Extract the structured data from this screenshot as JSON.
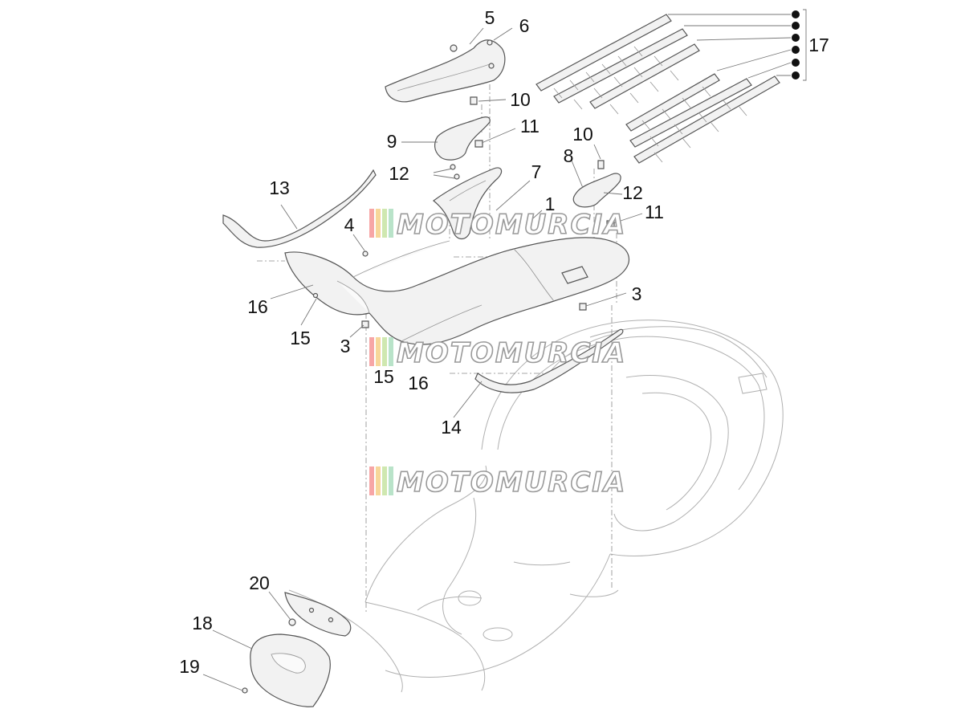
{
  "callouts": [
    {
      "id": "c5",
      "text": "5"
    },
    {
      "id": "c6",
      "text": "6"
    },
    {
      "id": "c17",
      "text": "17"
    },
    {
      "id": "c10a",
      "text": "10"
    },
    {
      "id": "c9",
      "text": "9"
    },
    {
      "id": "c11a",
      "text": "11"
    },
    {
      "id": "c10b",
      "text": "10"
    },
    {
      "id": "c8",
      "text": "8"
    },
    {
      "id": "c12a",
      "text": "12"
    },
    {
      "id": "c7",
      "text": "7"
    },
    {
      "id": "c13",
      "text": "13"
    },
    {
      "id": "c12b",
      "text": "12"
    },
    {
      "id": "c1",
      "text": "1"
    },
    {
      "id": "c11b",
      "text": "11"
    },
    {
      "id": "c4",
      "text": "4"
    },
    {
      "id": "c3a",
      "text": "3"
    },
    {
      "id": "c16a",
      "text": "16"
    },
    {
      "id": "c15a",
      "text": "15"
    },
    {
      "id": "c3b",
      "text": "3"
    },
    {
      "id": "c15b",
      "text": "15"
    },
    {
      "id": "c16b",
      "text": "16"
    },
    {
      "id": "c14",
      "text": "14"
    },
    {
      "id": "c20",
      "text": "20"
    },
    {
      "id": "c18",
      "text": "18"
    },
    {
      "id": "c19",
      "text": "19"
    }
  ],
  "watermark": {
    "text": "MOTOMURCIA",
    "stripe_colors": [
      "#f7a6a6",
      "#f7d79a",
      "#cfe8b0",
      "#b9e3c9"
    ],
    "instances": 3
  }
}
